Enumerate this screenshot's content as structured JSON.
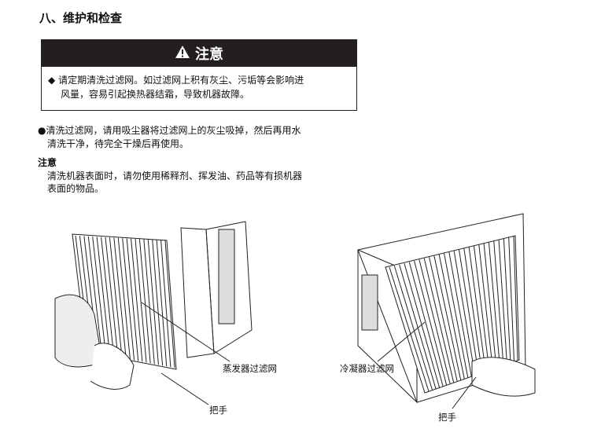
{
  "section_title": "八、维护和检查",
  "caution_box": {
    "heading": "注意",
    "icon": "warning-triangle-icon",
    "bullet": "◆",
    "lines": [
      "请定期清洗过滤网。如过滤网上积有灰尘、污垢等会影响进",
      "风量，容易引起换热器结霜，导致机器故障。"
    ]
  },
  "cleaning": {
    "bullet": "●",
    "lines": [
      "清洗过滤网，请用吸尘器将过滤网上的灰尘吸掉，然后再用水",
      "清洗干净，待完全干燥后再使用。"
    ]
  },
  "note": {
    "heading": "注意",
    "lines": [
      "清洗机器表面时，请勿使用稀释剂、挥发油、药品等有损机器",
      "表面的物品。"
    ]
  },
  "figures": {
    "left": {
      "filter_label": "蒸发器过滤网",
      "handle_label": "把手"
    },
    "right": {
      "filter_label": "冷凝器过滤网",
      "handle_label": "把手"
    }
  }
}
